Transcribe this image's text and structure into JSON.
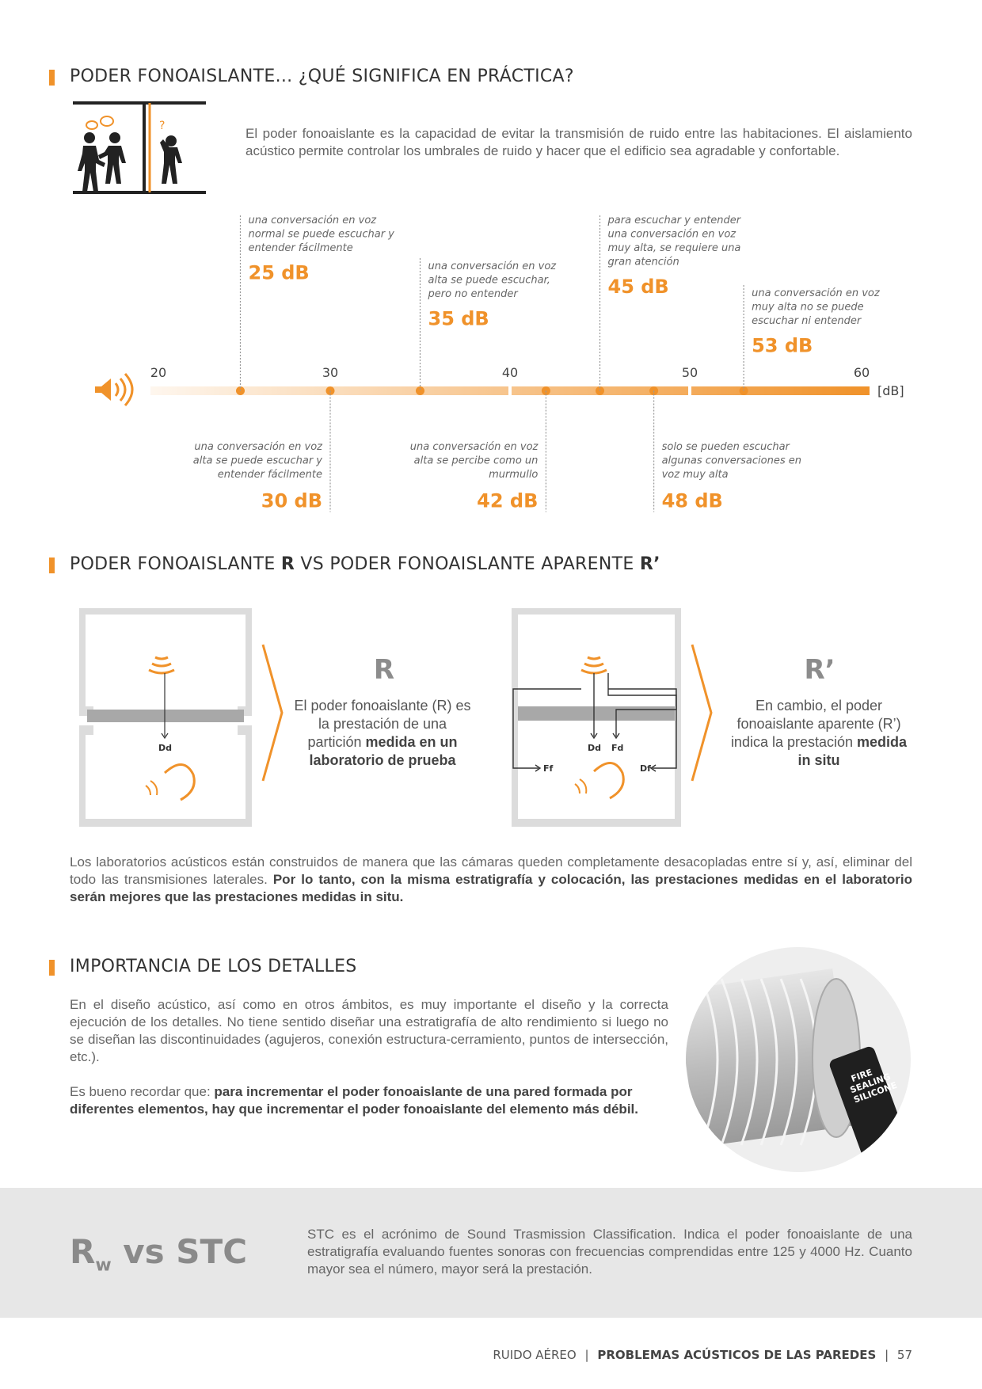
{
  "colors": {
    "accent": "#f0922a",
    "grey": "#d9d9d9",
    "dark": "#222222"
  },
  "section1": {
    "title": "PODER FONOAISLANTE... ¿QUÉ SIGNIFICA EN PRÁCTICA?",
    "text": "El poder fonoaislante es la capacidad de evitar la transmisión de ruido entre las habitaciones. El aislamiento acústico permite controlar los umbrales de ruido y hacer que el edificio sea agradable y confortable."
  },
  "scale": {
    "unit": "[dB]",
    "ticks": [
      "20",
      "30",
      "40",
      "50",
      "60"
    ],
    "range": [
      20,
      60
    ],
    "markers": [
      {
        "db": 25,
        "value": "25 dB",
        "text": "una conversación en voz normal se puede escuchar y entender fácilmente",
        "position": "top"
      },
      {
        "db": 30,
        "value": "30 dB",
        "text": "una conversación en voz alta se puede escuchar y entender fácilmente",
        "position": "bottom"
      },
      {
        "db": 35,
        "value": "35 dB",
        "text": "una conversación en voz alta se puede escuchar, pero no entender",
        "position": "top"
      },
      {
        "db": 42,
        "value": "42 dB",
        "text": "una conversación en voz alta se percibe como un murmullo",
        "position": "bottom"
      },
      {
        "db": 45,
        "value": "45 dB",
        "text": "para escuchar y entender una conversación en voz muy alta, se requiere una gran atención",
        "position": "top"
      },
      {
        "db": 48,
        "value": "48 dB",
        "text": "solo se pueden escuchar algunas conversaciones en voz muy alta",
        "position": "bottom"
      },
      {
        "db": 53,
        "value": "53 dB",
        "text": "una conversación en voz muy alta no se puede escuchar ni entender",
        "position": "top"
      }
    ]
  },
  "section2": {
    "title_a": "PODER FONOAISLANTE ",
    "title_b": "R",
    "title_c": " VS PODER FONOAISLANTE APARENTE ",
    "title_d": "R’",
    "left": {
      "symbol": "R",
      "text_a": "El poder fonoaislante (R) es la prestación de una partición ",
      "text_b": "medida en un laboratorio de prueba",
      "path": "Dd"
    },
    "right": {
      "symbol": "R’",
      "text_a": "En cambio, el poder fonoaislante aparente (R’) indica la prestación ",
      "text_b": "medida in situ",
      "paths": [
        "Dd",
        "Fd",
        "Ff",
        "Df"
      ]
    },
    "note_a": "Los laboratorios acústicos están construidos de manera que las cámaras queden completamente desacopladas entre sí y, así, eliminar del todo las transmisiones laterales. ",
    "note_b": "Por lo tanto, con la misma estratigrafía y colocación, las prestaciones medidas en el laboratorio serán mejores que las prestaciones medidas in situ."
  },
  "section3": {
    "title": "IMPORTANCIA DE LOS DETALLES",
    "p1": "En el diseño acústico, así como en otros ámbitos, es muy importante el diseño y la correcta ejecución de los detalles. No tiene sentido diseñar una estratigrafía de alto rendimiento si luego no se diseñan las discontinuidades (agujeros, conexión estructura-cerramiento, puntos de intersección, etc.).",
    "p2_a": "Es bueno recordar que: ",
    "p2_b": "para incrementar el poder fonoaislante de una pared formada por diferentes elementos, hay que incrementar el poder fonoaislante del elemento más débil.",
    "photo_label_1": "FIRE",
    "photo_label_2": "SEALING",
    "photo_label_3": "SILICONE"
  },
  "stc": {
    "title_r": "R",
    "title_sub": "w",
    "title_rest": " vs STC",
    "text": "STC es el acrónimo de Sound Trasmission Classification. Indica el poder fonoaislante de una estratigrafía evaluando fuentes sonoras con frecuencias comprendidas entre 125 y 4000 Hz. Cuanto mayor sea el número, mayor será la prestación."
  },
  "footer": {
    "part1": "RUIDO AÉREO",
    "sep": "|",
    "part2": "PROBLEMAS ACÚSTICOS DE LAS PAREDES",
    "page": "57"
  }
}
